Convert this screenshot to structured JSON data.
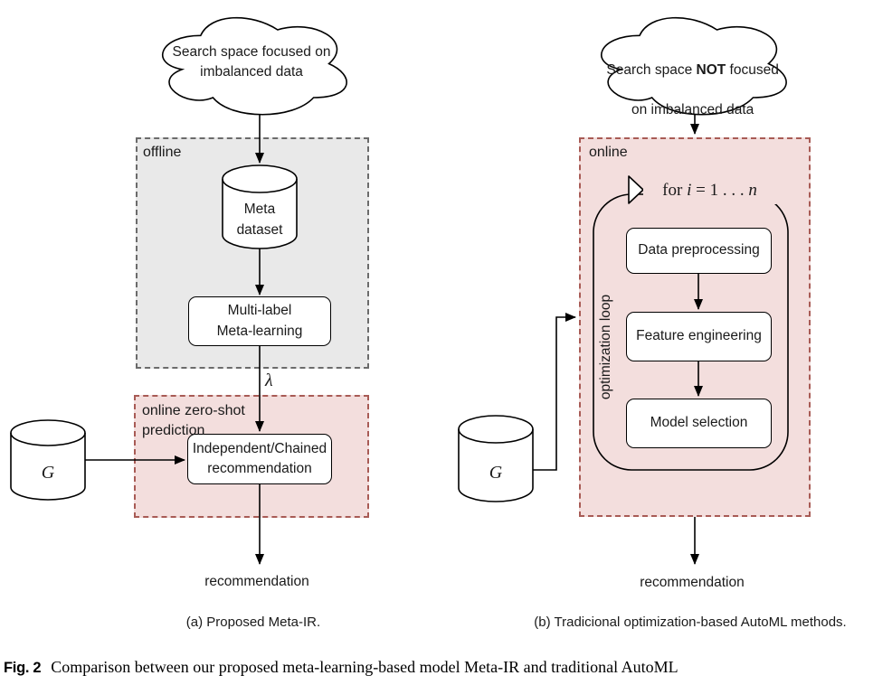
{
  "left_panel": {
    "cloud": {
      "line1": "Search space focused on",
      "line2": "imbalanced data"
    },
    "offline_label": "offline",
    "meta_dataset": {
      "line1": "Meta",
      "line2": "dataset"
    },
    "multilabel": {
      "line1": "Multi-label",
      "line2": "Meta-learning"
    },
    "lambda": "λ",
    "onlinezs": {
      "line1": "online zero-shot",
      "line2": "prediction"
    },
    "independent": {
      "line1": "Independent/Chained",
      "line2": "recommendation"
    },
    "g_label": "G",
    "output": "recommendation",
    "caption": "(a) Proposed Meta-IR."
  },
  "right_panel": {
    "cloud": {
      "pre": "Search space ",
      "bold": "NOT",
      "post": " focused",
      "line2": "on imbalanced data"
    },
    "online_label": "online",
    "loop": {
      "kw": "for ",
      "var1": "i",
      "mid": " = 1 . . . ",
      "var2": "n",
      "side": "optimization loop"
    },
    "steps": [
      "Data preprocessing",
      "Feature engineering",
      "Model selection"
    ],
    "g_label": "G",
    "output": "recommendation",
    "caption": "(b) Tradicional optimization-based AutoML methods."
  },
  "figure_caption": {
    "tag": "Fig. 2",
    "text": "Comparison between our proposed meta-learning-based model Meta-IR and traditional AutoML"
  },
  "colors": {
    "pink_fill": "#f3dedd",
    "pink_border": "#a85b55",
    "gray_fill": "#e9e9e9",
    "gray_border": "#6b6b6b",
    "shape_stroke": "#000000"
  }
}
